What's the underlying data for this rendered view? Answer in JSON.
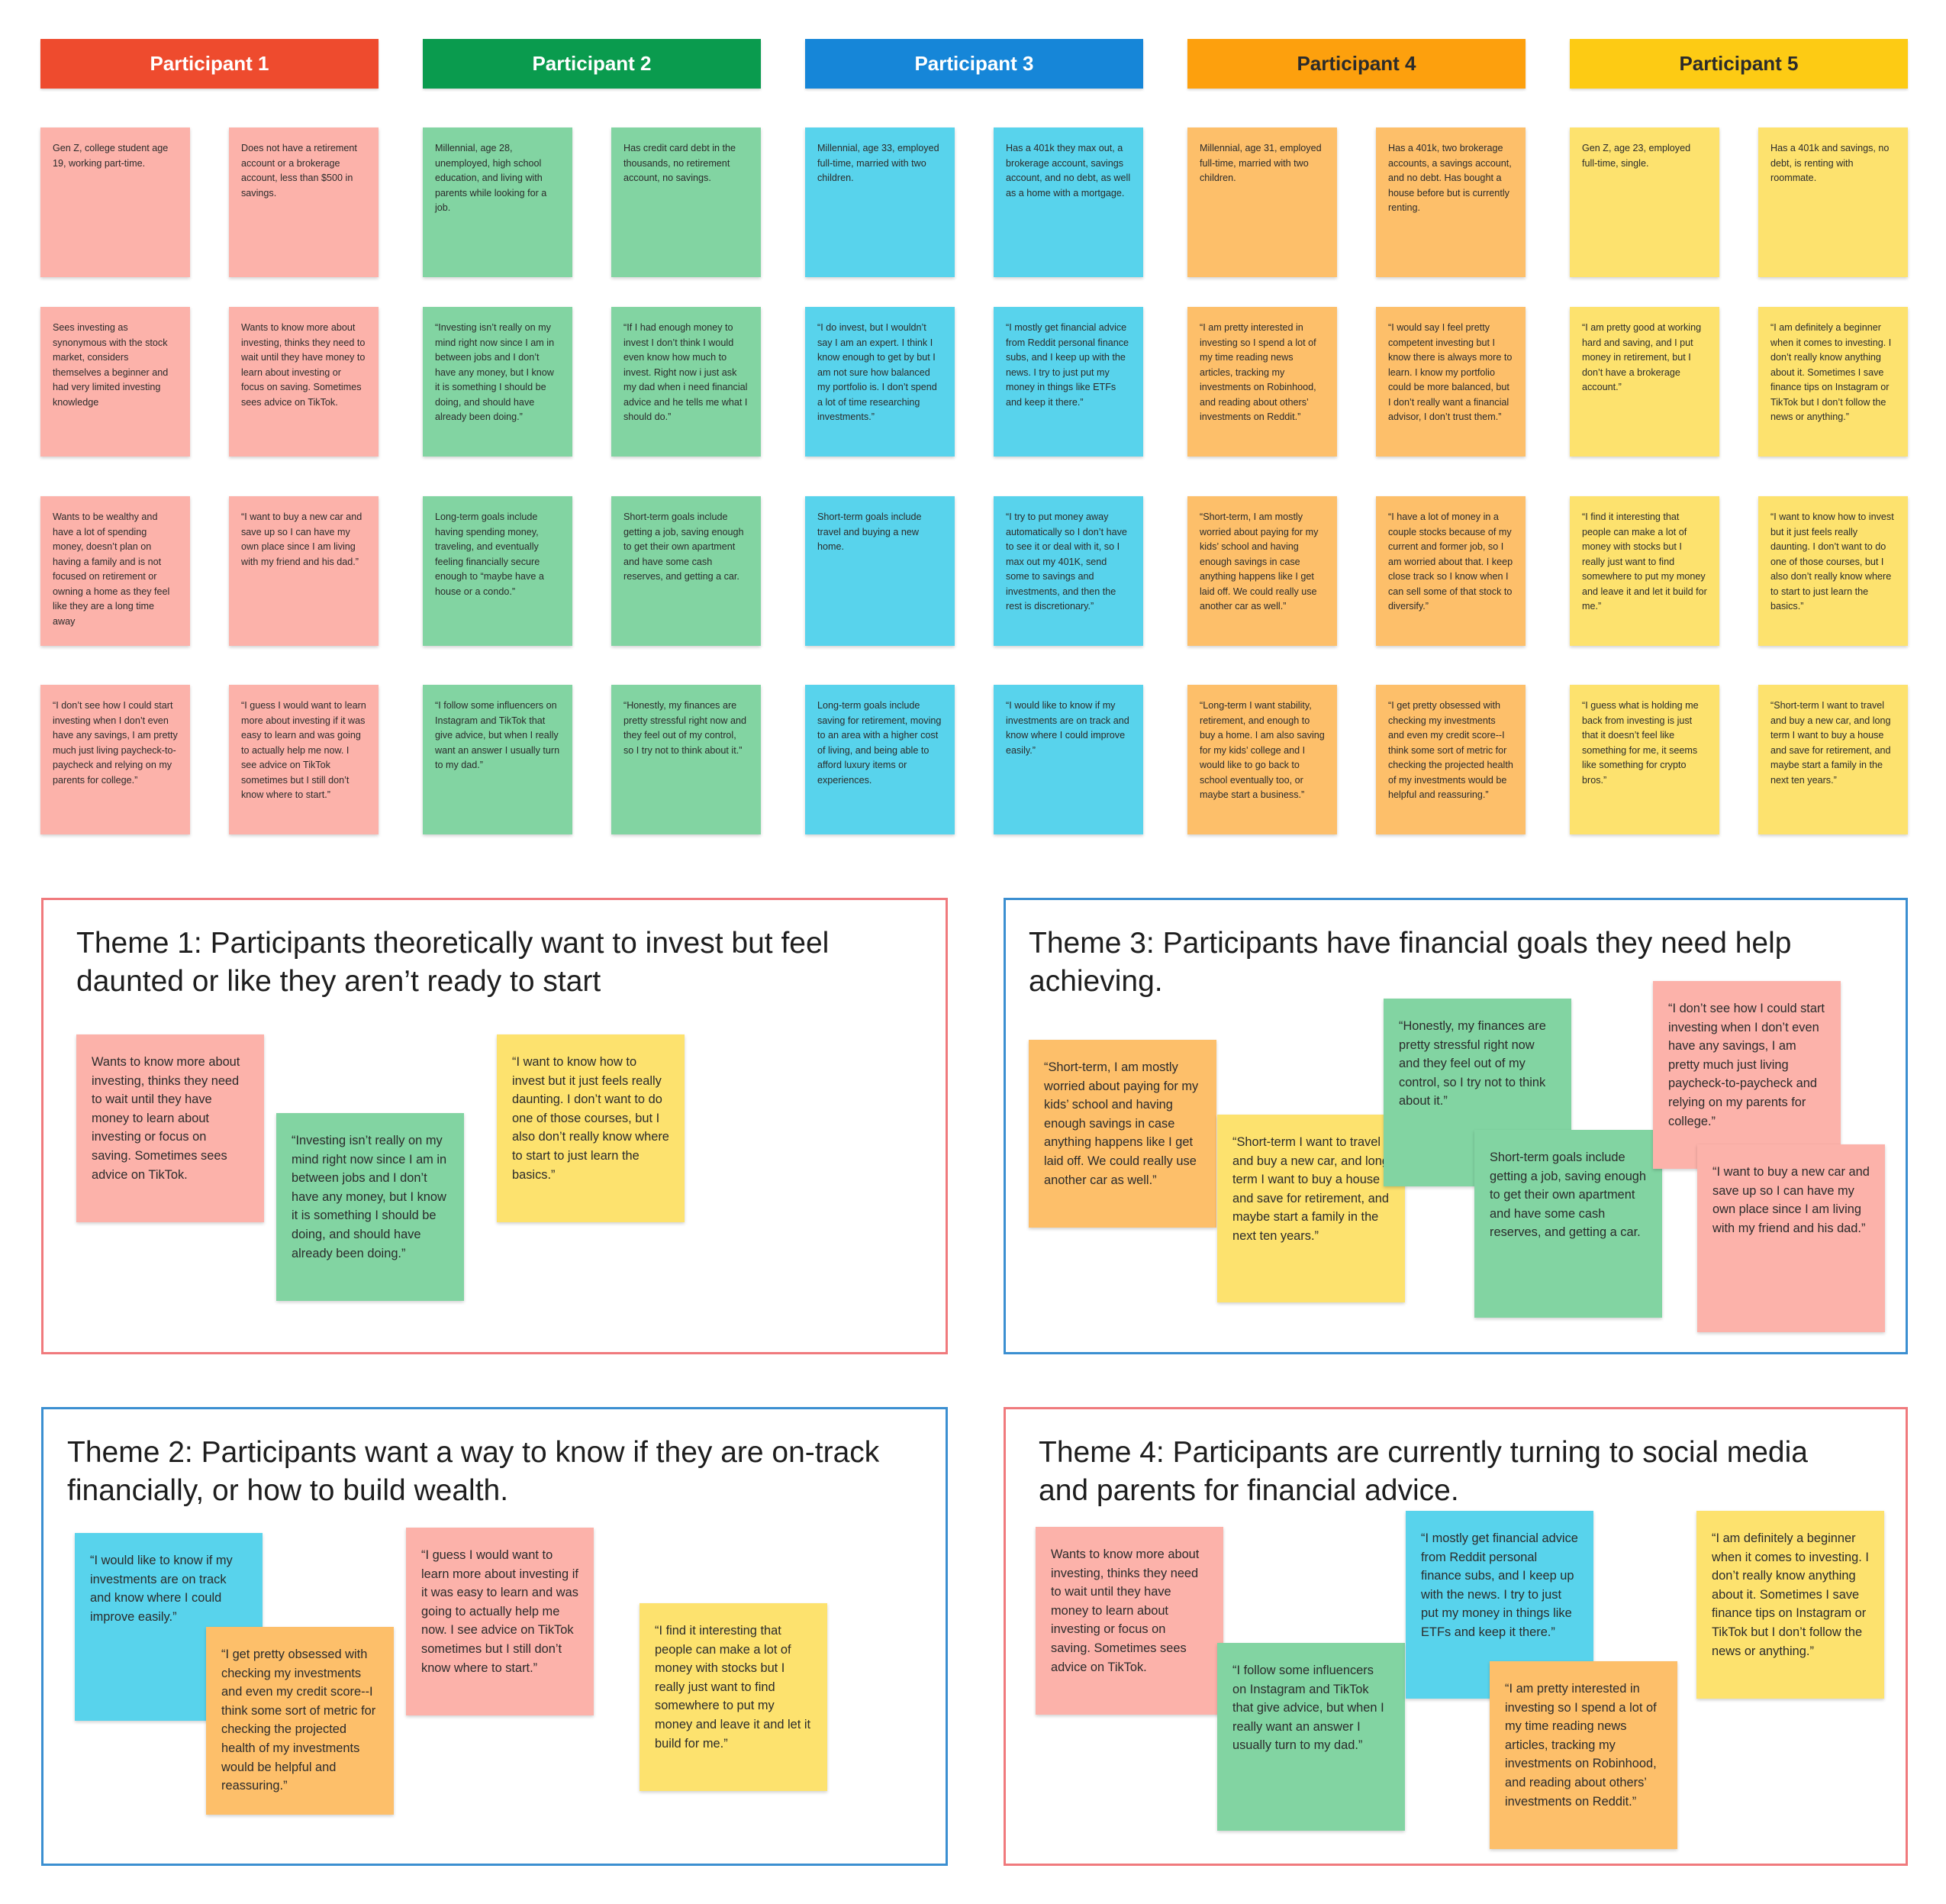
{
  "colors": {
    "p1_header": "#ee4b2e",
    "p2_header": "#0a9b4e",
    "p3_header": "#1686d8",
    "p4_header": "#fda00d",
    "p5_header": "#fdcb14",
    "pink": "#fcb2aa",
    "green": "#82d4a2",
    "blue": "#58d3ec",
    "orange": "#fdbf6a",
    "yellow": "#fde26e",
    "theme_red_border": "#f07a7d",
    "theme_blue_border": "#3b8fd1"
  },
  "participants": [
    {
      "name": "Participant 1",
      "notes": [
        "Gen Z, college student age 19, working part-time.",
        "Does not have a retirement account or a brokerage account, less than $500 in savings.",
        "Sees investing as synonymous with the stock market, considers themselves a beginner and had very limited investing knowledge",
        "Wants to know more about investing, thinks they need to wait until they have money to learn about investing or focus on saving. Sometimes sees advice on TikTok.",
        "Wants to be wealthy and have a lot of spending money, doesn’t plan on having a family and is not focused on retirement or owning a home as they feel like they are a long time away",
        "“I want to buy a new car and save up so I can have my own place since I am living with my friend and his dad.”",
        "“I don’t see how I could start investing when I don’t even have any savings, I am pretty much just living paycheck-to-paycheck and relying on my parents for college.”",
        "“I guess I would want to learn more about investing if it was easy to learn and was going to actually help me now. I see advice on TikTok sometimes but I still don’t know where to start.”"
      ]
    },
    {
      "name": "Participant 2",
      "notes": [
        "Millennial, age 28, unemployed, high school education, and living with parents while looking for a job.",
        "Has credit card debt in the thousands, no retirement account, no savings.",
        "“Investing isn’t really on my mind right now since I am in between jobs and I don’t have any money, but I know it is something I should be doing, and should have already been doing.”",
        "“If I had enough money to invest I don’t think I would even know how much to invest. Right now i just ask my dad when i need financial advice and he tells me what I should do.”",
        "Long-term goals include having spending money, traveling, and eventually feeling financially secure enough to “maybe have a house or a condo.”",
        "Short-term goals include getting a job, saving enough to get their own apartment and have some cash reserves, and getting a car.",
        "“I follow some influencers on Instagram and TikTok that give advice, but when I really want an answer I usually turn to my dad.”",
        "“Honestly, my finances are pretty stressful right now and they feel out of my control, so I try not to think about it.”"
      ]
    },
    {
      "name": "Participant 3",
      "notes": [
        "Millennial, age 33, employed full-time, married with two children.",
        "Has a 401k they max out, a brokerage account, savings account, and no debt, as well as a home with a mortgage.",
        "“I do invest, but I wouldn’t say I am an expert. I think I know enough to get by but I am not sure how balanced my portfolio is. I don’t spend a lot of time researching investments.”",
        "“I mostly get financial advice from Reddit personal finance subs, and I keep up with the news. I try to just put my money in things like ETFs and keep it there.”",
        "Short-term goals include travel and buying a new home.",
        "“I try to put money away automatically so I don’t have to see it or deal with it, so I max out my 401K, send some to savings and investments, and then the rest is discretionary.”",
        "Long-term goals include saving for retirement, moving to an area with a higher cost of living, and being able to afford luxury items or experiences.",
        "“I would like to know if my investments are on track and know where I could improve easily.”"
      ]
    },
    {
      "name": "Participant 4",
      "notes": [
        "Millennial, age 31, employed full-time, married with two children.",
        "Has a 401k, two brokerage accounts, a savings account, and no debt. Has bought a house before but is currently renting.",
        "“I am pretty interested in investing so I spend a lot of my time reading news articles, tracking my investments on Robinhood, and reading about others’ investments on Reddit.”",
        "“I would say I feel pretty competent investing but I know there is always more to learn. I know my portfolio could be more balanced, but I don’t really want a financial advisor, I don’t trust them.”",
        "“Short-term, I am mostly worried about paying for my kids’ school and having enough savings in case anything happens like I get laid off. We could really use another car as well.”",
        "“I have a lot of money in a couple stocks because of my current and former job, so I am worried about that. I keep close track so I know when I can sell some of that stock to diversify.”",
        "“Long-term I want stability, retirement, and enough to buy a home. I am also saving for my kids’ college and I would like to go back to school eventually too, or maybe start a business.”",
        "“I get pretty obsessed with checking my investments and even my credit score--I think some sort of metric for checking the projected health of my investments would be helpful and reassuring.”"
      ]
    },
    {
      "name": "Participant 5",
      "notes": [
        "Gen Z, age 23, employed full-time, single.",
        "Has a 401k and savings, no debt, is renting with roommate.",
        "“I am pretty good at working hard and saving, and I put money in retirement, but I don’t have a brokerage account.”",
        "“I am definitely a beginner when it comes to investing. I don’t really know anything about it. Sometimes I save finance tips on Instagram or TikTok but I don’t follow the news or anything.”",
        "“I find it interesting that people can make a lot of money with stocks but I really just want to find somewhere to put my money and leave it and let it build for me.”",
        "“I want to know how to invest but it just feels really daunting. I don’t want to do one of those courses, but I also don’t really know where to start to just learn the basics.”",
        "“I guess what is holding me back from investing is just that it doesn’t feel like something for me, it seems like something for crypto bros.”",
        "“Short-term I want to travel and buy a new car, and long term I want to buy a house and save for retirement, and maybe start a family in the next ten years.”"
      ]
    }
  ],
  "themes": {
    "t1": {
      "title": "Theme 1: Participants theoretically want to invest but feel daunted or like they aren’t ready to start",
      "notes": [
        "Wants to know more about investing, thinks they need to wait until they have money to learn about investing or focus on saving. Sometimes sees advice on TikTok.",
        "“Investing isn’t really on my mind right now since I am in between jobs and I don’t have any money, but I know it is something I should be doing, and should have already been doing.”",
        "“I want to know how to invest but it just feels really daunting. I don’t want to do one of those courses, but I also don’t really know where to start to just learn the basics.”"
      ]
    },
    "t2": {
      "title": "Theme 2: Participants want a way to know if they are on-track financially, or how to build wealth.",
      "notes": [
        "“I would like to know if my investments are on track and know where I could improve easily.”",
        "“I get pretty obsessed with checking my investments and even my credit score--I think some sort of metric for checking the projected health of my investments would be helpful and reassuring.”",
        "“I guess I would want to learn more about investing if it was easy to learn and was going to actually help me now. I see advice on TikTok sometimes but I still don’t know where to start.”",
        "“I find it interesting that people can make a lot of money with stocks but I really just want to find somewhere to put my money and leave it and let it build for me.”"
      ]
    },
    "t3": {
      "title": "Theme 3: Participants have financial goals they need help achieving.",
      "notes": [
        "“Short-term, I am mostly worried about paying for my kids’ school and having enough savings in case anything happens like I get laid off. We could really use another car as well.”",
        "“Short-term I want to travel and buy a new car, and long term I want to buy a house and save for retirement, and maybe start a family in the next ten years.”",
        "“Honestly, my finances are pretty stressful right now and they feel out of my control, so I try not to think about it.”",
        "Short-term goals include getting a job, saving enough to get their own apartment and have some cash reserves, and getting a car.",
        "“I don’t see how I could start investing when I don’t even have any savings, I am pretty much just living paycheck-to-paycheck and relying on my parents for college.”",
        "“I want to buy a new car and save up so I can have my own place since I am living with my friend and his dad.”"
      ]
    },
    "t4": {
      "title": "Theme 4: Participants are currently turning to social media and parents for financial advice.",
      "notes": [
        "Wants to know more about investing, thinks they need to wait until they have money to learn about investing or focus on saving. Sometimes sees advice on TikTok.",
        "“I follow some influencers on Instagram and TikTok that give advice, but when I really want an answer I usually turn to my dad.”",
        "“I mostly get financial advice from Reddit personal finance subs, and I keep up with the news. I try to just put my money in things like ETFs and keep it there.”",
        "“I am pretty interested in investing so I spend a lot of my time reading news articles, tracking my investments on Robinhood, and reading about others’ investments on Reddit.”",
        "“I am definitely a beginner when it comes to investing. I don’t really know anything about it. Sometimes I save finance tips on Instagram or TikTok but I don’t follow the news or anything.”"
      ]
    }
  }
}
